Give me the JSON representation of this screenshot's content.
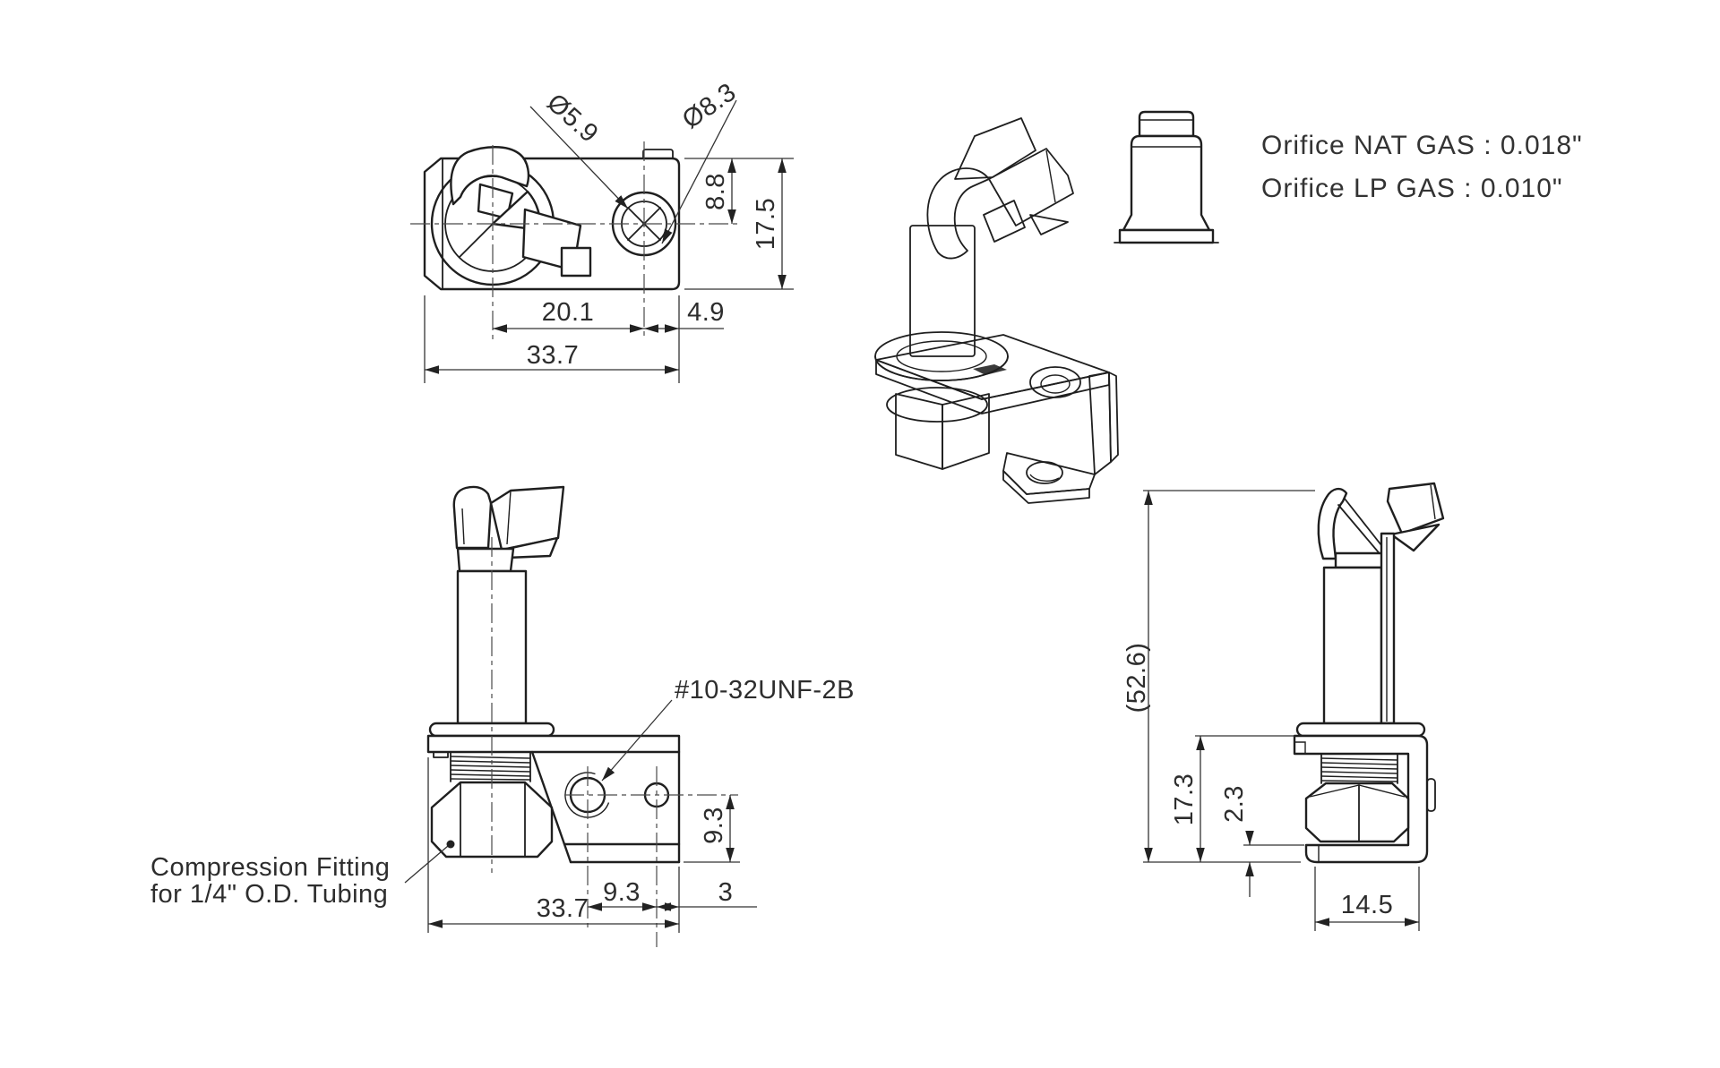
{
  "colors": {
    "background": "#ffffff",
    "line": "#1f1f1f",
    "dimension_line": "#333333",
    "text": "#2d2d2d",
    "shade_light": "#f2f2f2",
    "shade_mid": "#dddddd",
    "shade_dark": "#c4c4c4"
  },
  "top_view": {
    "dia_pilot_hole": "Ø5.9",
    "dia_counterbore": "Ø8.3",
    "dim_hole_from_top": "8.8",
    "dim_overall_height": "17.5",
    "dim_hole_spacing": "20.1",
    "dim_hole_to_edge": "4.9",
    "dim_overall_width": "33.7"
  },
  "front_view": {
    "thread_callout": "#10-32UNF-2B",
    "dim_hole_to_bottom": "9.3",
    "dim_hole_spacing": "9.3",
    "dim_hole_to_edge": "3",
    "dim_overall_width": "33.7",
    "note_compression_line1": "Compression Fitting",
    "note_compression_line2": "for 1/4\" O.D. Tubing"
  },
  "side_view": {
    "dim_overall_height": "(52.6)",
    "dim_bracket_height": "17.3",
    "dim_foot_thickness": "2.3",
    "dim_bracket_depth": "14.5"
  },
  "orifice_detail": {
    "note_nat_gas": "Orifice NAT GAS : 0.018\"",
    "note_lp_gas": "Orifice LP GAS : 0.010\""
  }
}
